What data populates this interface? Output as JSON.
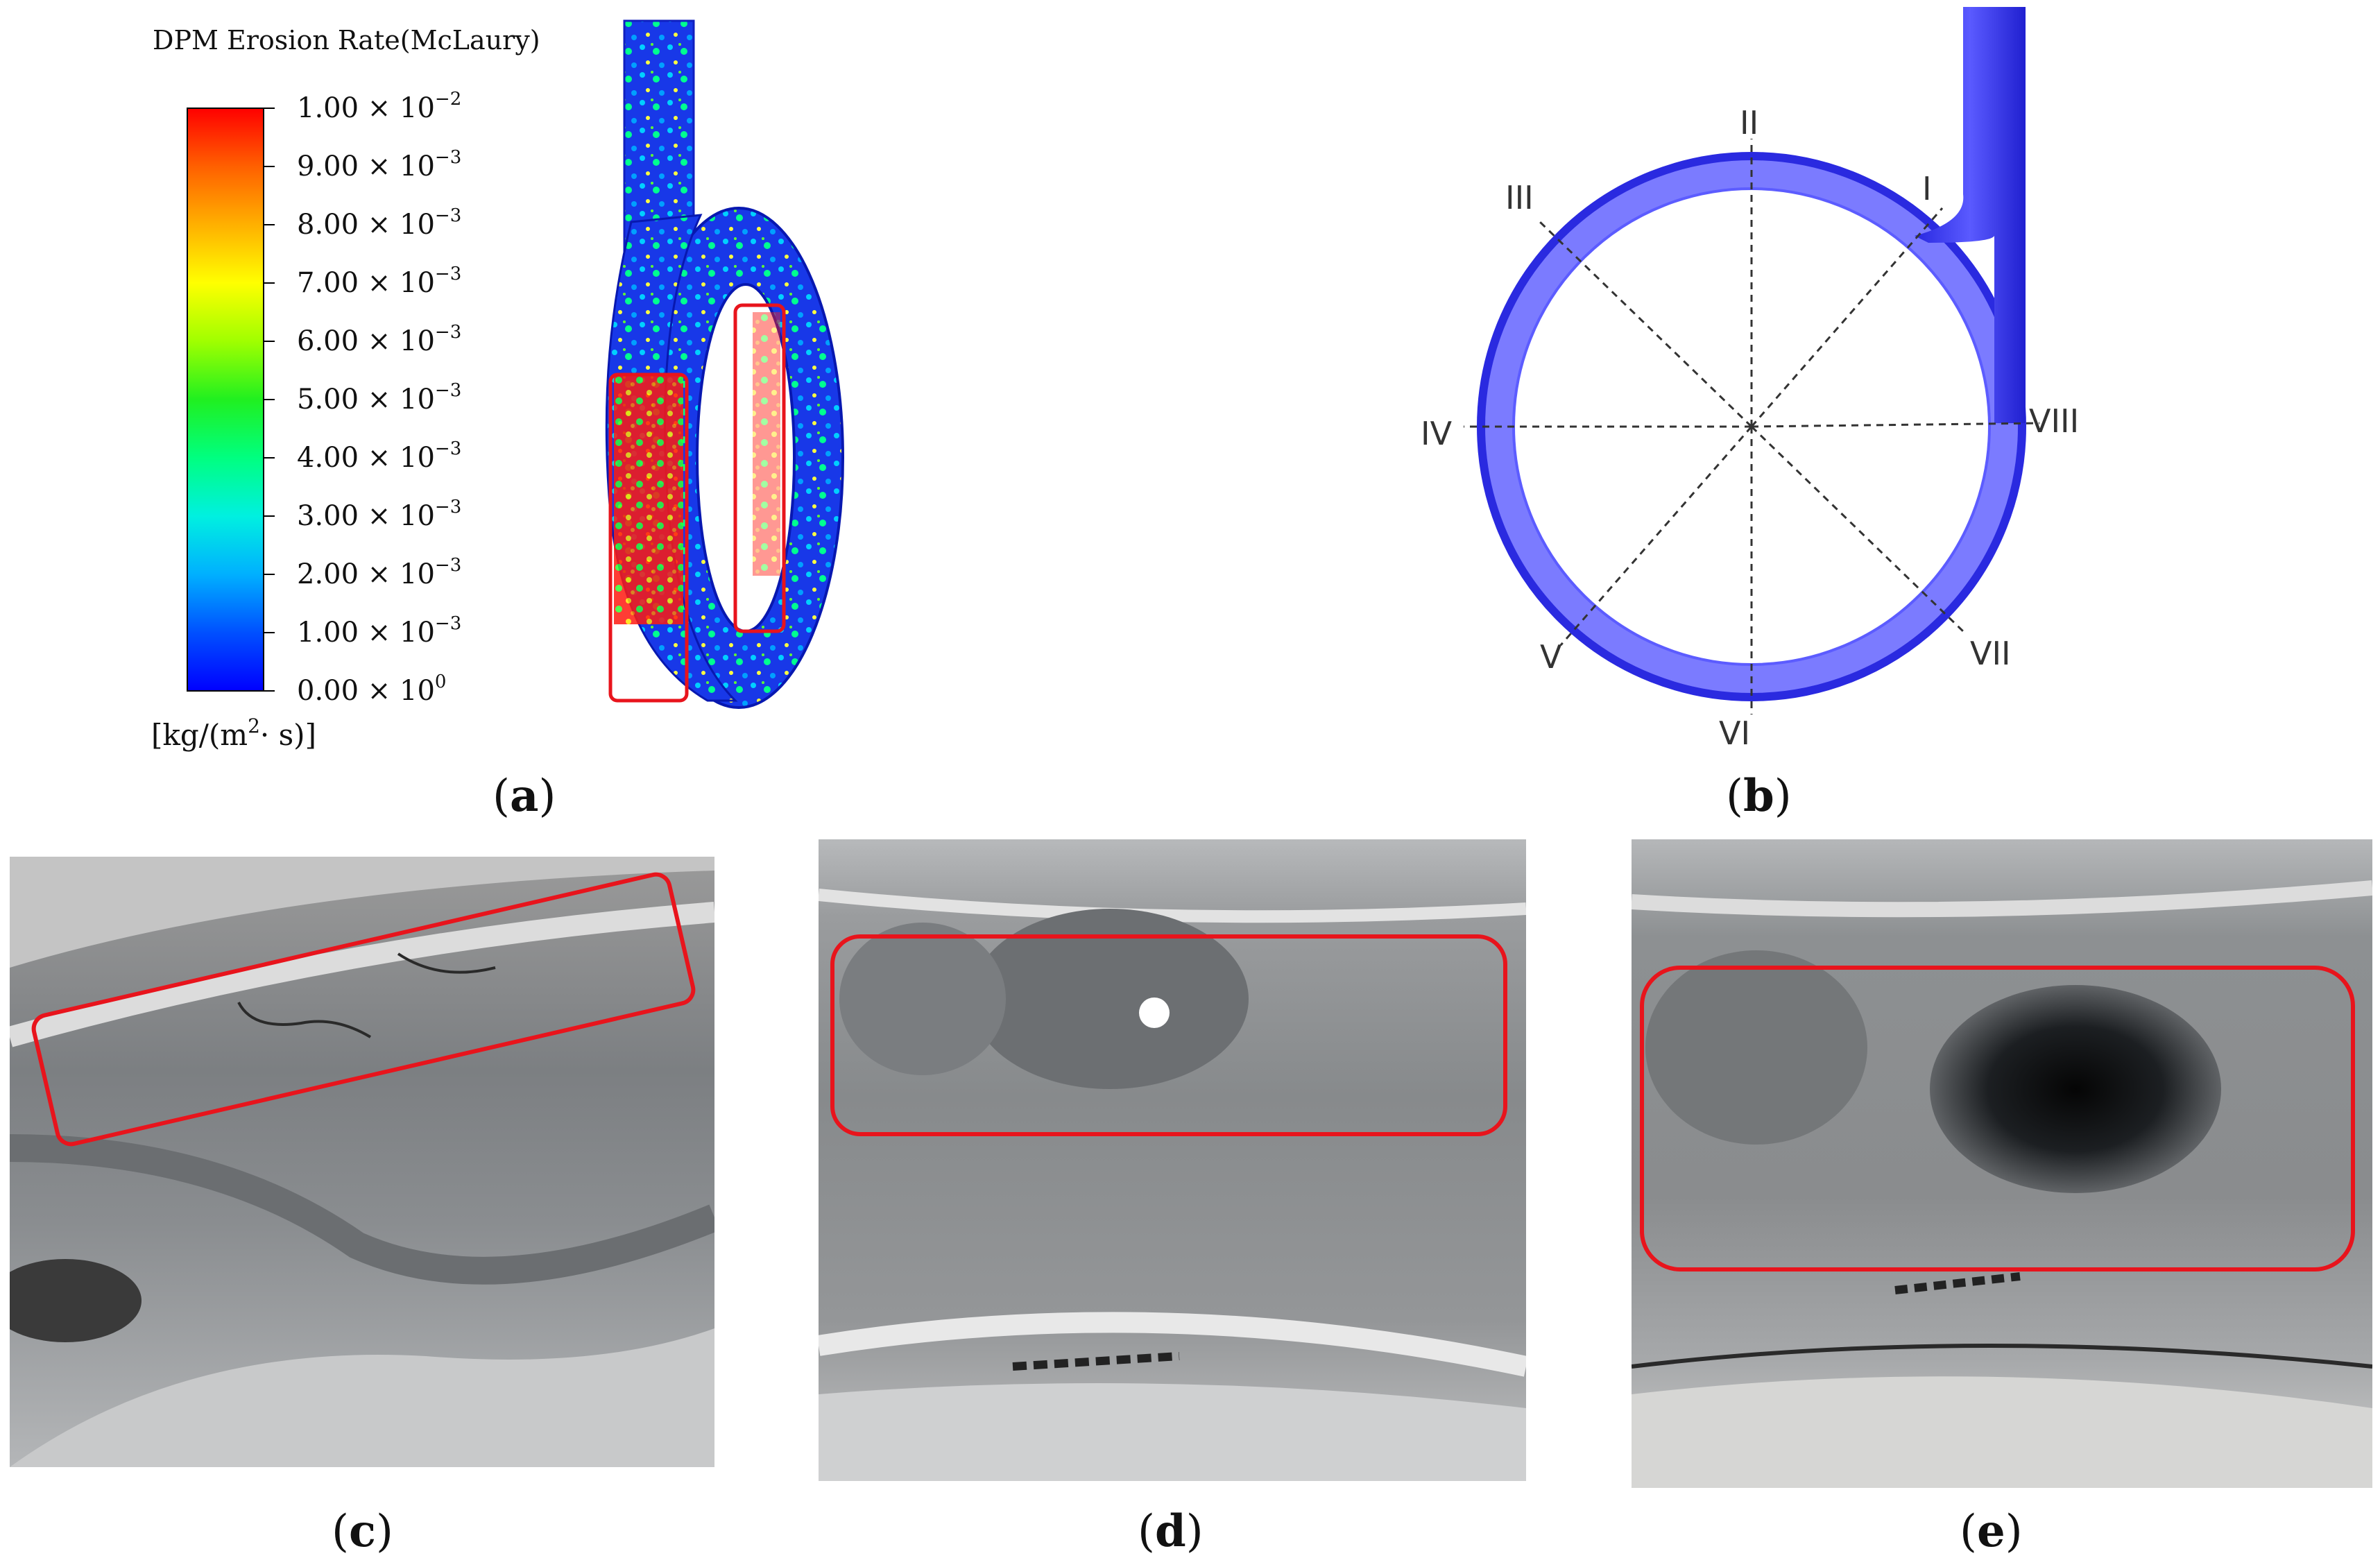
{
  "panel_a": {
    "legend_title": "DPM Erosion Rate(McLaury)",
    "ticks": [
      {
        "mant": "1.00 × 10",
        "exp": "−2"
      },
      {
        "mant": "9.00 × 10",
        "exp": "−3"
      },
      {
        "mant": "8.00 × 10",
        "exp": "−3"
      },
      {
        "mant": "7.00 × 10",
        "exp": "−3"
      },
      {
        "mant": "6.00 × 10",
        "exp": "−3"
      },
      {
        "mant": "5.00 × 10",
        "exp": "−3"
      },
      {
        "mant": "4.00 × 10",
        "exp": "−3"
      },
      {
        "mant": "3.00 × 10",
        "exp": "−3"
      },
      {
        "mant": "2.00 × 10",
        "exp": "−3"
      },
      {
        "mant": "1.00 × 10",
        "exp": "−3"
      },
      {
        "mant": "0.00 × 10",
        "exp": "0"
      }
    ],
    "unit_pre": "[kg/(m",
    "unit_exp": "2",
    "unit_post": "· s)]",
    "colormap": [
      "#0000ff",
      "#0080ff",
      "#00e0ff",
      "#00ff80",
      "#40ff00",
      "#c0ff00",
      "#ffff00",
      "#ffc000",
      "#ff8000",
      "#ff4000",
      "#ff0000"
    ],
    "label": "a"
  },
  "panel_b": {
    "section_labels": [
      "I",
      "II",
      "III",
      "IV",
      "V",
      "VI",
      "VII",
      "VIII"
    ],
    "casing_color": "#3b3bf0",
    "label": "b"
  },
  "panel_c": {
    "label": "c"
  },
  "panel_d": {
    "label": "d"
  },
  "panel_e": {
    "label": "e"
  },
  "highlight_color": "#e8141c"
}
